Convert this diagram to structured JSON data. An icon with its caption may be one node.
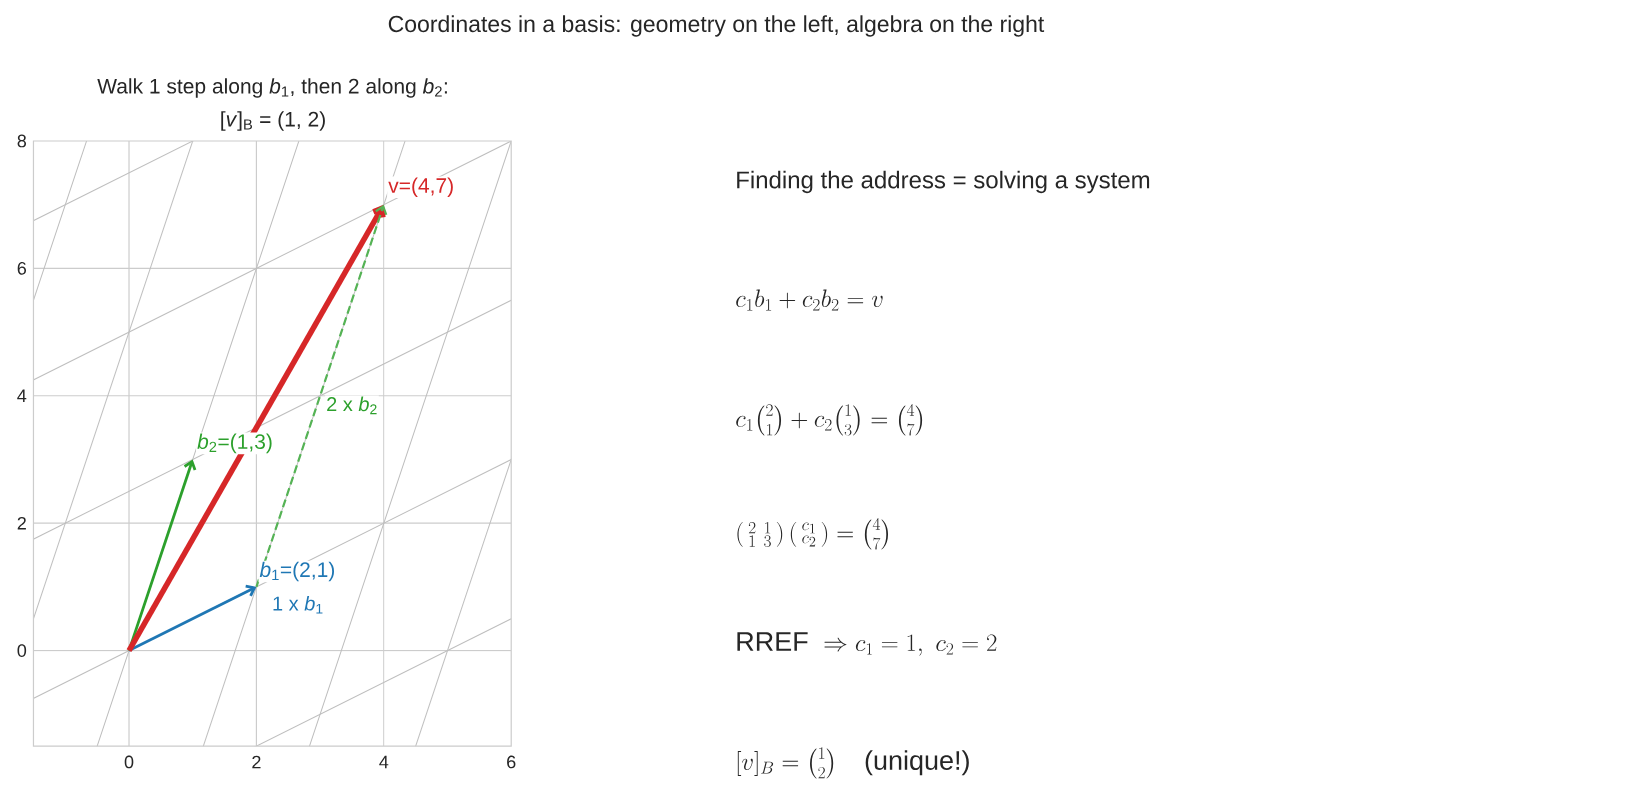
{
  "diagram": {
    "title": "Coordinates in a basis: geometry on the left, algebra on the right",
    "nodes": [
      {
        "text": [
          "*b*$_{1}$=(2,1)"
        ]
      },
      {
        "text": [
          "*b*$_{2}$=(1,3)"
        ]
      },
      {
        "text": [
          "v=(4,7)"
        ]
      }
    ],
    "edges": [
      {
        "from": null,
        "to": 0,
        "arrow": "to",
        "color": "#1f77b4",
        "label": "1 x *b*$_{1}$"
      },
      {
        "from": null,
        "to": 1,
        "arrow": "to",
        "color": "#2ca02c"
      },
      {
        "from": null,
        "to": 2,
        "arrow": "to",
        "color": "#d62728",
        "style": "thick"
      },
      {
        "from": 0,
        "to": 2,
        "arrow": "to",
        "color": "#55b355",
        "style": "dashed",
        "label": "2 x *b*$_{2}$"
      }
    ],
    "labels": [
      "Walk 1 step along *b*$_{1}$, then 2 along *b*$_{2}$:",
      "[*v*]$_{B}$ = (1, 2)",
      "8",
      "6",
      "4",
      "2",
      "0",
      "0",
      "2",
      "4",
      "6",
      "Finding the address = solving a system",
      "c_1b_1+c_2b_2=v",
      "c_1\\tbinom{2}{1}+c_2\\tbinom{1}{3}=\\tbinom{4}{7}",
      "\\left(\\begin{smallmatrix}2&1\\\\1&3\\end{smallmatrix}\\right)\\left(\\begin{smallmatrix}c_1\\\\c_2\\end{smallmatrix}\\right)=\\tbinom{4}{7}",
      "\\text{RREF }\\Rightarrow c_1=1,\\ c_2=2",
      "[v]_B=\\tbinom{1}{2}\\quad\\text{(unique!)}"
    ]
  }
}
